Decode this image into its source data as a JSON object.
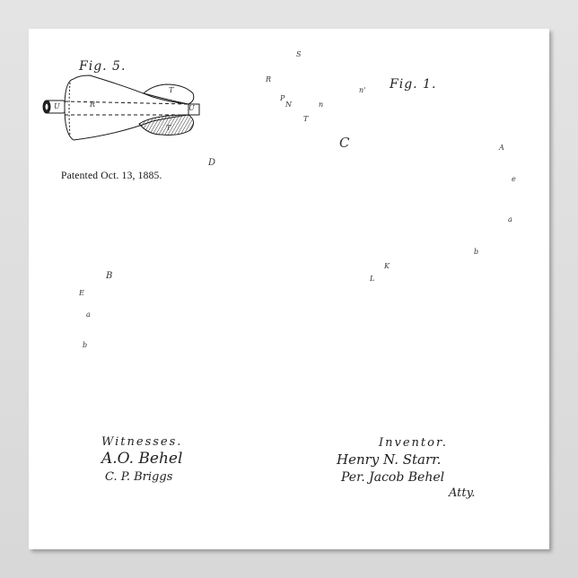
{
  "poster": {
    "patent_date_text": "Patented Oct. 13, 1885.",
    "figures": [
      {
        "id": "fig5",
        "label": "Fig. 5."
      },
      {
        "id": "fig1",
        "label": "Fig. 1."
      }
    ],
    "witnesses": {
      "heading": "Witnesses.",
      "names": [
        "A.O. Behel",
        "C. P. Briggs"
      ]
    },
    "inventor": {
      "heading": "Inventor.",
      "name": "Henry N. Starr.",
      "attorney": "Per. Jacob Behel",
      "attorney_suffix": "Atty."
    },
    "part_labels": {
      "fig5": [
        "T",
        "R",
        "T",
        "U",
        "U"
      ],
      "fig1": [
        "R",
        "P",
        "N",
        "T",
        "n",
        "C",
        "D",
        "B",
        "E",
        "a",
        "b",
        "A",
        "e",
        "a",
        "b",
        "K",
        "L",
        "n'",
        "S"
      ]
    },
    "colors": {
      "wall": "#dcdcdc",
      "paper": "#ffffff",
      "ink": "#1a1a1a"
    }
  }
}
